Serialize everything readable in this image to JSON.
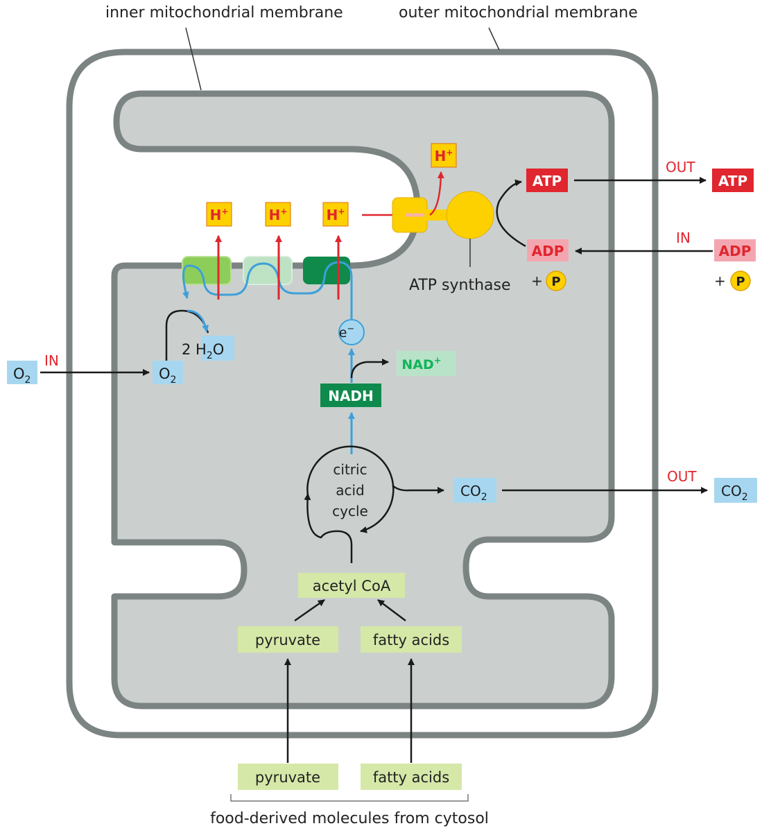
{
  "labels": {
    "inner_membrane": "inner mitochondrial membrane",
    "outer_membrane": "outer mitochondrial membrane",
    "atp_synthase": "ATP synthase",
    "out": "OUT",
    "in": "IN",
    "atp": "ATP",
    "adp": "ADP",
    "plus": "+",
    "phosphate": "P",
    "h_base": "H",
    "h_sup": "+",
    "e_base": "e",
    "e_sup": "−",
    "o_base": "O",
    "sub_2": "2",
    "water_prefix": "2 H",
    "water_suffix": "O",
    "nadh": "NADH",
    "nad_base": "NAD",
    "nad_sup": "+",
    "co_base": "CO",
    "citric_line1": "citric",
    "citric_line2": "acid",
    "citric_line3": "cycle",
    "acetyl_coa": "acetyl CoA",
    "pyruvate": "pyruvate",
    "fatty_acids": "fatty acids",
    "cytosol_caption": "food-derived molecules from cytosol"
  },
  "colors": {
    "membrane": "#7b8383",
    "matrix_fill": "#cbd0ce",
    "red_label": "#e0262e",
    "light_red_box": "#f4a6b0",
    "yellow": "#fdd000",
    "blue_box": "#a7d7f0",
    "blue_arrow": "#3ea0d9",
    "green_box": "#d5e8a8",
    "nadh_green": "#0e8a4d",
    "nad_green": "#b9e3c8",
    "text_green": "#11b35b",
    "red_arrow": "#e0262e"
  }
}
